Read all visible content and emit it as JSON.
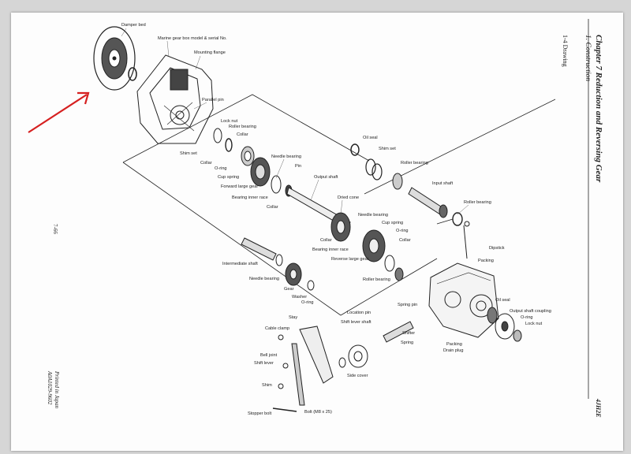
{
  "header": {
    "chapter": "Chapter 7 Reduction and Reversing Gear",
    "section": "1. Construction",
    "subsection": "1-4 Drawing"
  },
  "footer": {
    "page_number": "7-66",
    "printed": "Printed in Japan",
    "code": "A0A1029-9602",
    "model": "4JH2E"
  },
  "parts": {
    "damper_bed": "Damper bed",
    "marine_gear_box_model": "Marine gear box model & serial No.",
    "mounting_flange": "Mounting flange",
    "parallel_pin": "Parallel pin",
    "lock_nut_1": "Lock nut",
    "roller_bearing_1": "Roller bearing",
    "collar_1": "Collar",
    "shim_set_1": "Shim set",
    "collar_2": "Collar",
    "o_ring_1": "O-ring",
    "cup_spring_1": "Cup spring",
    "forward_large_gear": "Forward large gear",
    "bearing_inner_race_1": "Bearing inner race",
    "collar_3": "Collar",
    "needle_bearing_1": "Needle bearing",
    "pin": "Pin",
    "output_shaft": "Output shaft",
    "oil_seal_1": "Oil seal",
    "shim_set_2": "Shim set",
    "roller_bearing_2": "Roller bearing",
    "input_shaft": "Input shaft",
    "roller_bearing_3": "Roller bearing",
    "dried_cone": "Dried cone",
    "needle_bearing_2": "Needle bearing",
    "cup_spring_2": "Cup spring",
    "o_ring_2": "O-ring",
    "collar_4": "Collar",
    "collar_5": "Collar",
    "bearing_inner_race_2": "Bearing inner race",
    "reverse_large_gear": "Reverse large gear",
    "roller_bearing_4": "Roller bearing",
    "dipstick": "Dipstick",
    "packing_1": "Packing",
    "intermediate_shaft": "Intermediate shaft",
    "needle_bearing_3": "Needle bearing",
    "gear": "Gear",
    "washer": "Washer",
    "o_ring_3": "O-ring",
    "oil_seal_2": "Oil seal",
    "output_shaft_coupling": "Output shaft coupling",
    "o_ring_4": "O-ring",
    "lock_nut_2": "Lock nut",
    "location_pin": "Location pin",
    "spring_pin": "Spring pin",
    "shift_lever_shaft": "Shift lever shaft",
    "shifter": "Shifter",
    "spring": "Spring",
    "packing_2": "Packing",
    "drain_plug": "Drain plug",
    "stay": "Stay",
    "cable_clamp": "Cable clamp",
    "bell_joint": "Bell joint",
    "shift_lever": "Shift lever",
    "shim": "Shim",
    "side_cover": "Side cover",
    "stopper_bolt": "Stopper bolt",
    "bolt_note": "Bolt (M8 x 25)"
  },
  "annotation": {
    "arrow_color": "#d62020"
  }
}
